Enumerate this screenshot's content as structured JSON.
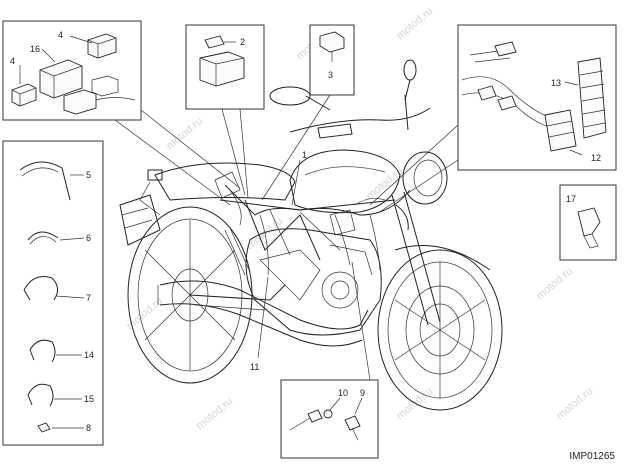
{
  "diagram": {
    "code": "IMP01265",
    "watermark": "motod.ru",
    "callouts": {
      "c1": "1",
      "c2": "2",
      "c3": "3",
      "c4a": "4",
      "c4b": "4",
      "c5": "5",
      "c6": "6",
      "c7": "7",
      "c8": "8",
      "c9": "9",
      "c10": "10",
      "c11": "11",
      "c12": "12",
      "c13": "13",
      "c14": "14",
      "c15": "15",
      "c16": "16",
      "c17": "17"
    }
  }
}
